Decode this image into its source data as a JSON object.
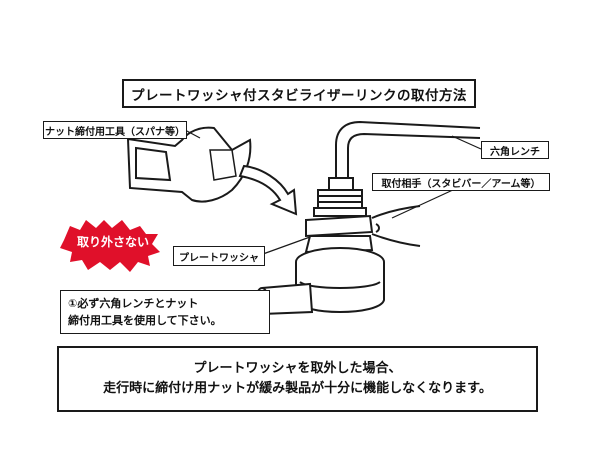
{
  "title": "プレートワッシャ付スタビライザーリンクの取付方法",
  "labels": {
    "tool": "ナット締付用工具（スパナ等）",
    "hex_wrench": "六角レンチ",
    "mount": "取付相手（スタビバー／アーム等）",
    "plate_washer": "プレートワッシャ"
  },
  "badge": "取り外さない",
  "note": {
    "line1": "①必ず六角レンチとナット",
    "line2": "締付用工具を使用して下さい。"
  },
  "warning": {
    "line1": "プレートワッシャを取外した場合、",
    "line2": "走行時に締付け用ナットが緩み製品が十分に機能しなくなります。"
  },
  "colors": {
    "badge_red": "#e0102a",
    "line": "#1a1a1a"
  }
}
